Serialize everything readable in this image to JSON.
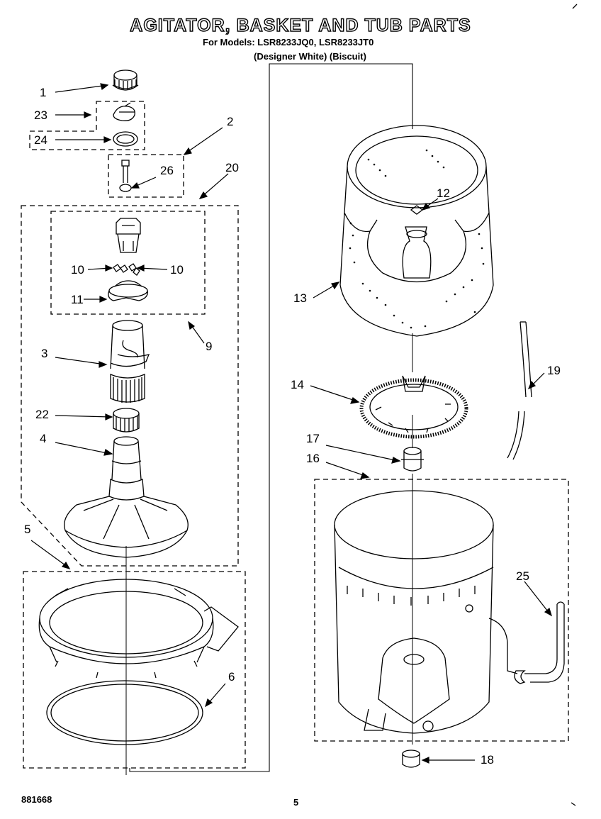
{
  "header": {
    "title": "AGITATOR, BASKET AND TUB PARTS",
    "models_line": "For Models: LSR8233JQ0, LSR8233JT0",
    "colors_line": "(Designer White)  (Biscuit)"
  },
  "callouts": {
    "c1": "1",
    "c2": "2",
    "c3": "3",
    "c4": "4",
    "c5": "5",
    "c6": "6",
    "c9": "9",
    "c10a": "10",
    "c10b": "10",
    "c11": "11",
    "c12": "12",
    "c13": "13",
    "c14": "14",
    "c16": "16",
    "c17": "17",
    "c18": "18",
    "c19": "19",
    "c20": "20",
    "c22": "22",
    "c23": "23",
    "c24": "24",
    "c25": "25",
    "c26": "26"
  },
  "footer": {
    "doc_number": "881668",
    "page_number": "5"
  }
}
